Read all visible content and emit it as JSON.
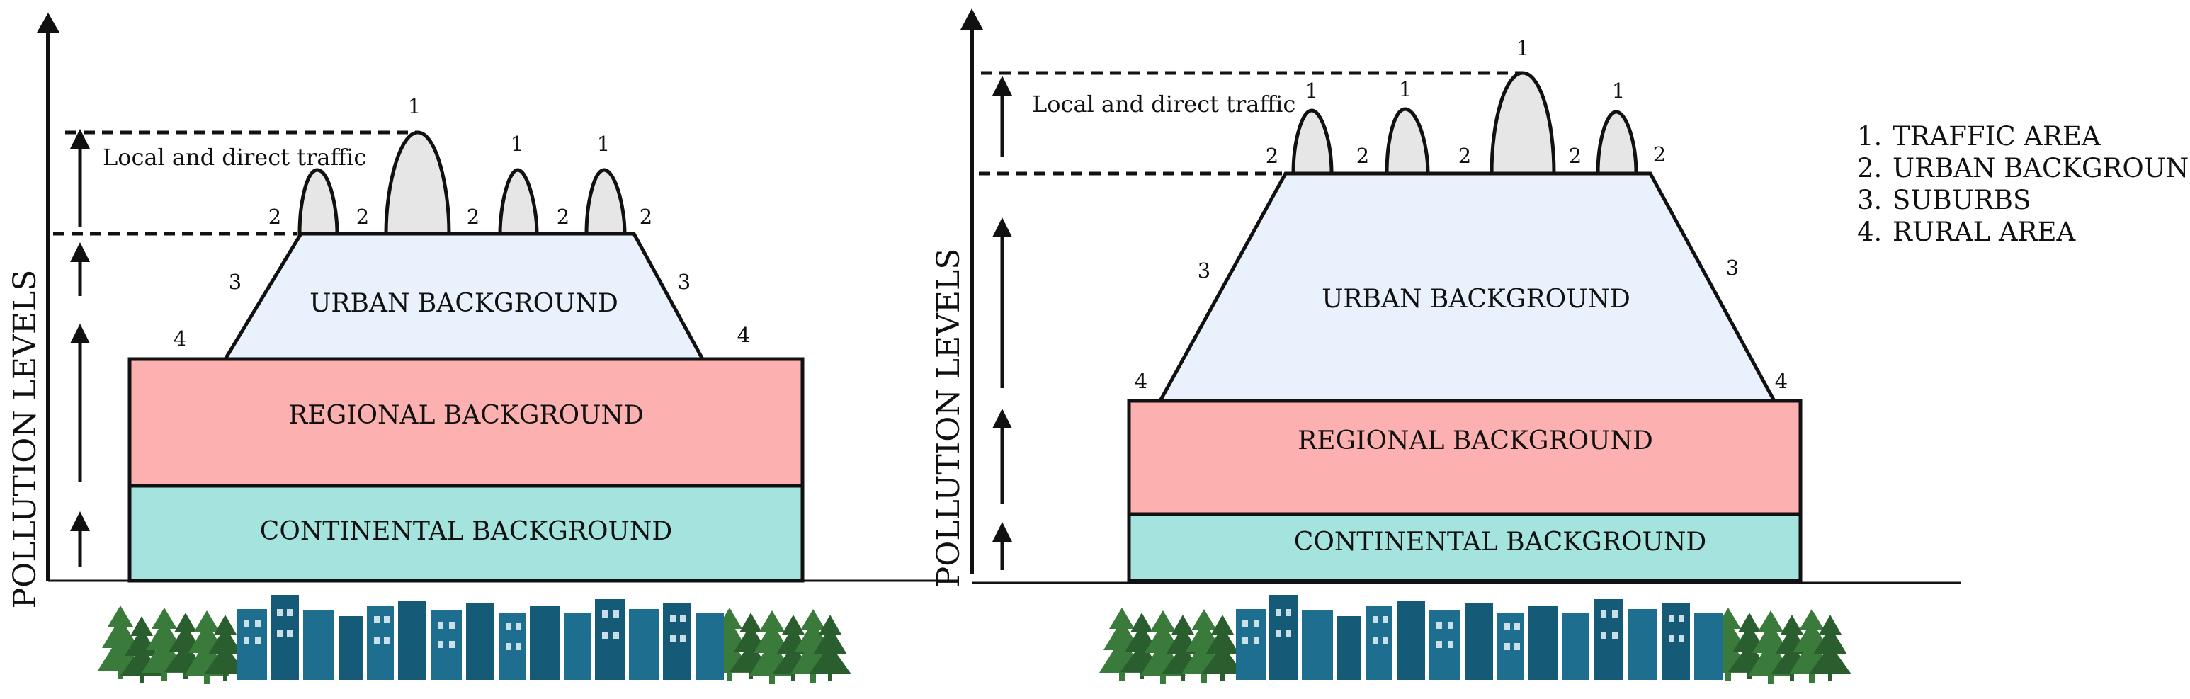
{
  "panels": [
    {
      "axis_label": "POLLUTION LEVELS",
      "traffic_label": "Local and direct traffic",
      "urban_label": "URBAN BACKGROUND",
      "regional_label": "REGIONAL BACKGROUND",
      "continental_label": "CONTINENTAL BACKGROUND",
      "markers": {
        "peak_tall": "1",
        "peak_a": "1",
        "peak_b": "1",
        "urban_1": "2",
        "urban_2": "2",
        "urban_3": "2",
        "urban_4": "2",
        "urban_5": "2",
        "suburb_left": "3",
        "suburb_right": "3",
        "rural_left": "4",
        "rural_right": "4"
      }
    },
    {
      "axis_label": "POLLUTION LEVELS",
      "traffic_label": "Local and direct traffic",
      "urban_label": "URBAN BACKGROUND",
      "regional_label": "REGIONAL BACKGROUND",
      "continental_label": "CONTINENTAL BACKGROUND",
      "markers": {
        "peak_tall": "1",
        "peak_a": "1",
        "peak_b": "1",
        "peak_c": "1",
        "urban_1": "2",
        "urban_2": "2",
        "urban_3": "2",
        "urban_4": "2",
        "urban_5": "2",
        "suburb_left": "3",
        "suburb_right": "3",
        "rural_left": "4",
        "rural_right": "4"
      }
    }
  ],
  "legend": [
    {
      "num": "1.",
      "label": "TRAFFIC AREA"
    },
    {
      "num": "2.",
      "label": "URBAN BACKGROUND"
    },
    {
      "num": "3.",
      "label": "SUBURBS"
    },
    {
      "num": "4.",
      "label": "RURAL AREA"
    }
  ],
  "colors": {
    "urban_fill": "#e9f1fc",
    "regional_fill": "#fcb0b0",
    "continental_fill": "#a5e4de",
    "peak_fill": "#e6e6e6",
    "building": "#1e6f8f",
    "building_dark": "#155a76",
    "tree": "#3a7a3a",
    "tree_dark": "#2a5e2e"
  }
}
